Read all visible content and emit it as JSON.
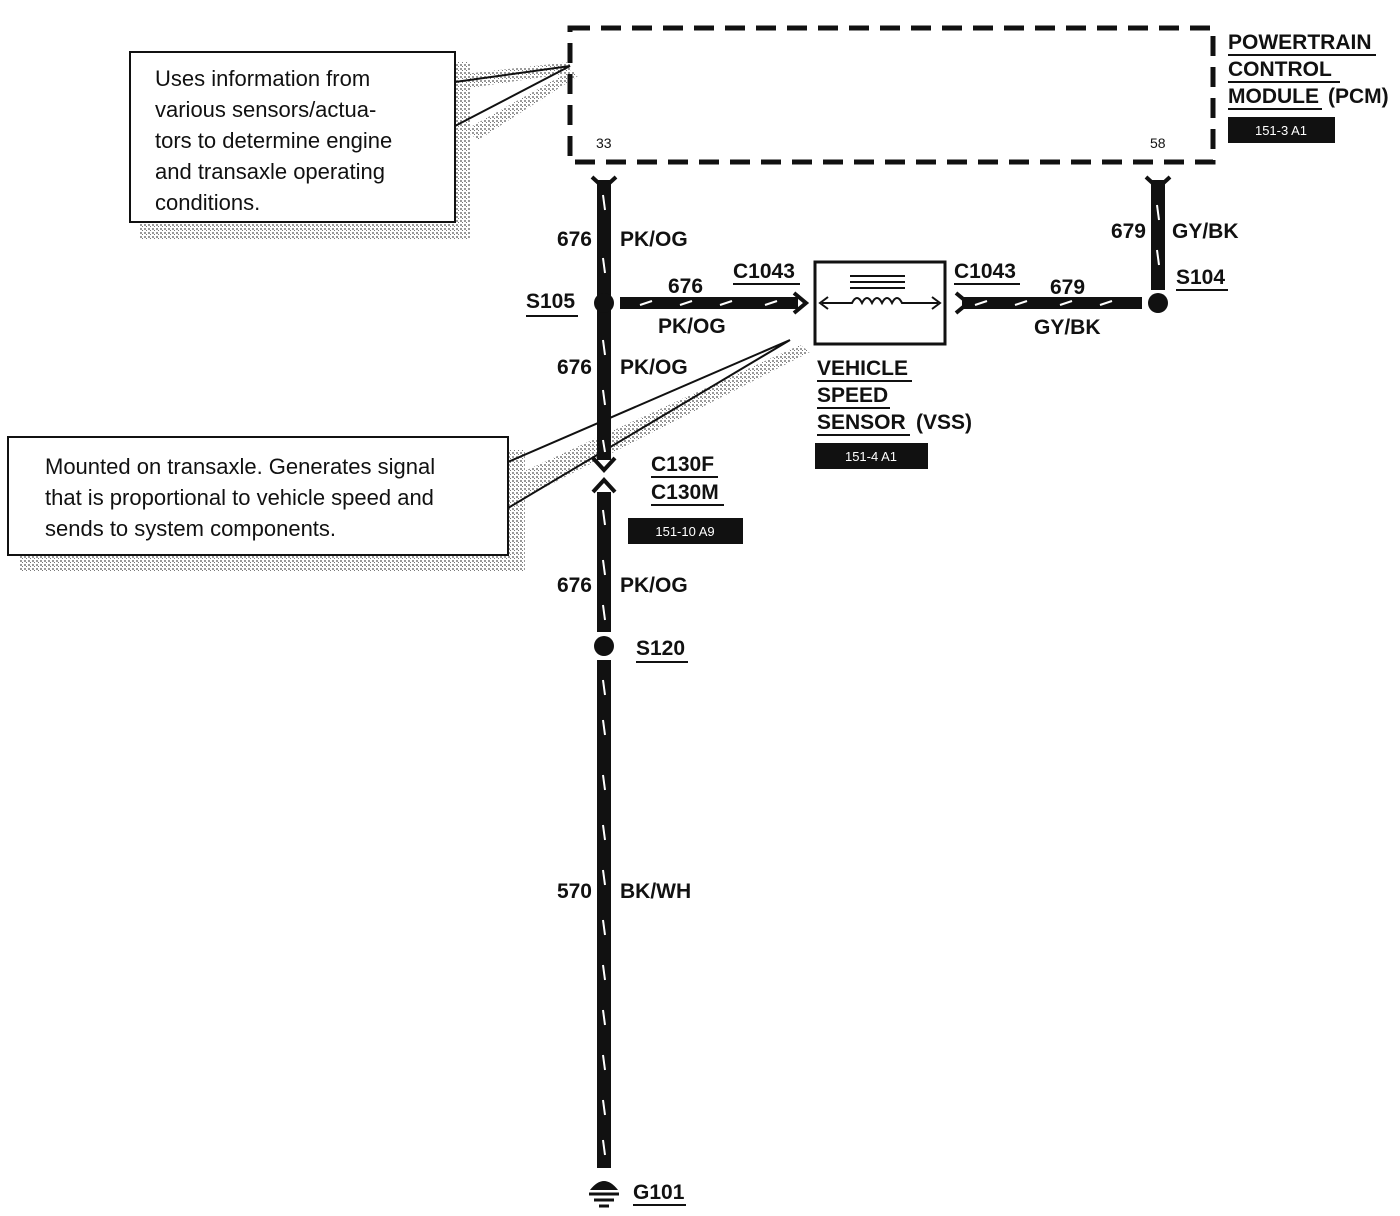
{
  "callouts": {
    "pcm_description": [
      "Uses information from",
      "various sensors/actua-",
      "tors to determine engine",
      "and transaxle operating",
      "conditions."
    ],
    "vss_description": [
      "Mounted on transaxle. Generates signal",
      "that is proportional to vehicle speed and",
      "sends to system components."
    ]
  },
  "pcm": {
    "name_lines": [
      "POWERTRAIN",
      "CONTROL",
      "MODULE"
    ],
    "abbrev": "(PCM)",
    "ref": "151-3 A1",
    "pin_left": "33",
    "pin_right": "58"
  },
  "vss": {
    "name_lines": [
      "VEHICLE",
      "SPEED",
      "SENSOR"
    ],
    "abbrev": "(VSS)",
    "ref": "151-4 A1",
    "connector_left": "C1043",
    "connector_right": "C1043"
  },
  "circuits": {
    "c676": {
      "number": "676",
      "color": "PK/OG"
    },
    "c679": {
      "number": "679",
      "color": "GY/BK"
    },
    "c570": {
      "number": "570",
      "color": "BK/WH"
    }
  },
  "splices": {
    "s105": "S105",
    "s104": "S104",
    "s120": "S120"
  },
  "connector_c130": {
    "female": "C130F",
    "male": "C130M",
    "ref": "151-10 A9"
  },
  "ground": {
    "label": "G101"
  },
  "colors": {
    "wire": "#111111",
    "badge": "#111111",
    "shadow": "#b8b8b8"
  }
}
